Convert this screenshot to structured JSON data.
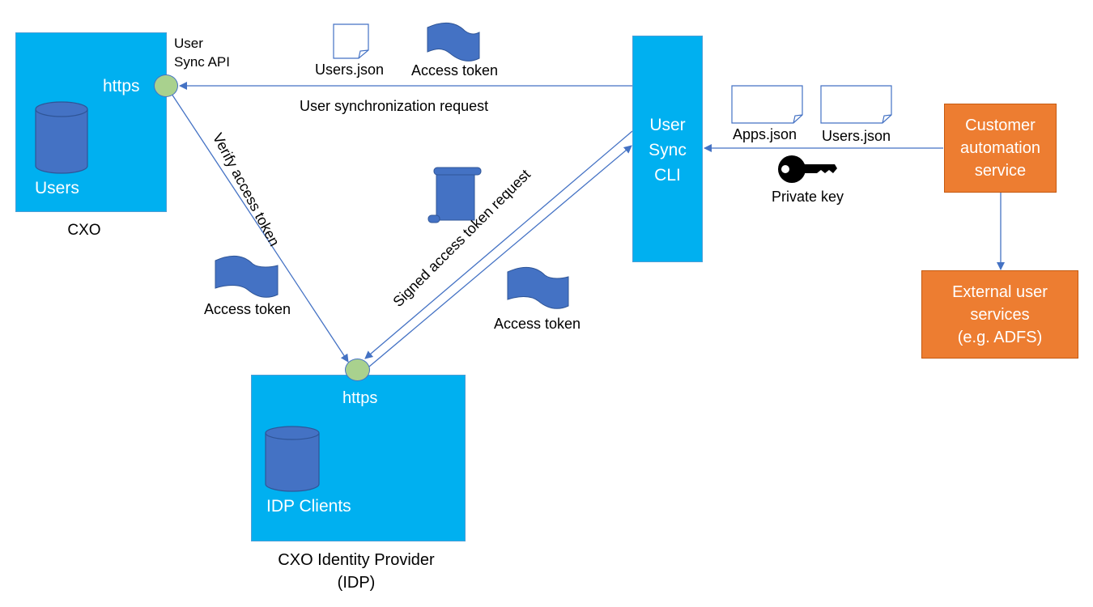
{
  "cxo": {
    "title": "CXO",
    "endpoint_label": "https",
    "api_label_line1": "User",
    "api_label_line2": "Sync API",
    "db_label": "Users"
  },
  "idp": {
    "title_line1": "CXO Identity Provider",
    "title_line2": "(IDP)",
    "endpoint_label": "https",
    "db_label": "IDP Clients"
  },
  "cli": {
    "line1": "User",
    "line2": "Sync",
    "line3": "CLI"
  },
  "customer_service": {
    "line1": "Customer",
    "line2": "automation",
    "line3": "service"
  },
  "external_service": {
    "line1": "External user",
    "line2": "services",
    "line3": "(e.g. ADFS)"
  },
  "edges": {
    "sync_request": "User synchronization request",
    "verify_token": "Verify access token",
    "signed_request": "Signed access token request"
  },
  "artifacts": {
    "users_json_top": "Users.json",
    "access_token_top": "Access token",
    "apps_json": "Apps.json",
    "users_json_right": "Users.json",
    "private_key": "Private key",
    "access_token_left": "Access token",
    "access_token_mid": "Access token"
  },
  "colors": {
    "server_blue": "#00b0f0",
    "service_orange": "#ed7d31",
    "database_blue": "#4472c4",
    "endpoint_green": "#a9d18e",
    "arrow_blue": "#4472c4"
  }
}
